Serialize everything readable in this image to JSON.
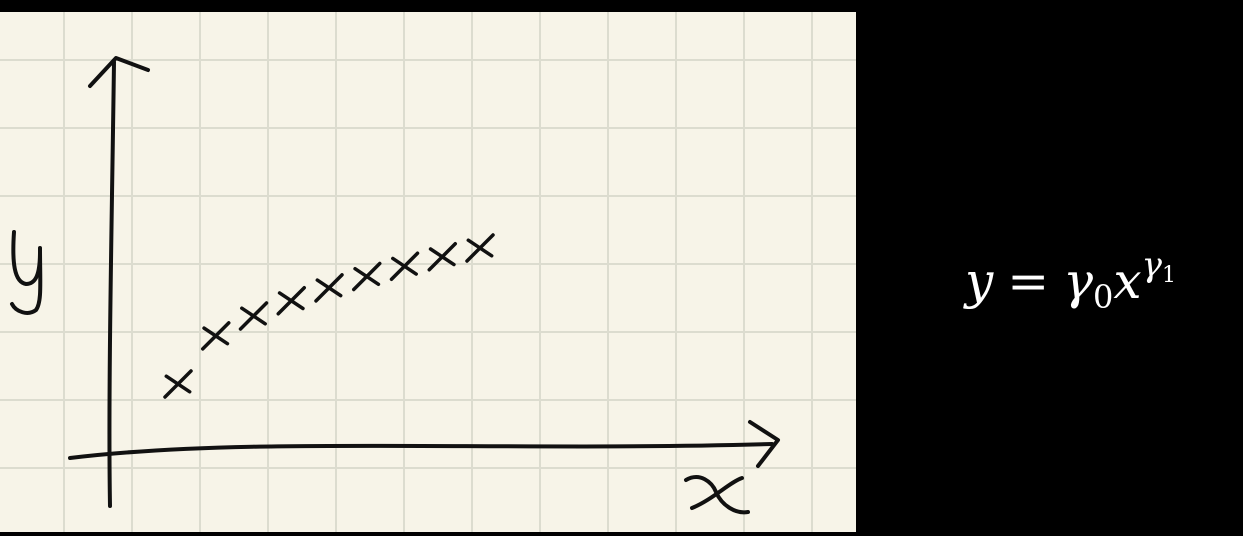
{
  "diagram": {
    "type": "hand-drawn scatter sketch",
    "paper_color": "#f7f4e8",
    "grid_color": "#dcdccf",
    "ink_color": "#111111",
    "x_axis_label": "x",
    "y_axis_label": "y",
    "point_marker": "x",
    "point_count": 9
  },
  "formula": {
    "lhs": "y",
    "equals": "=",
    "base_coef": "γ",
    "base_coef_sub": "0",
    "variable": "x",
    "exponent": "γ",
    "exponent_sub": "1"
  }
}
